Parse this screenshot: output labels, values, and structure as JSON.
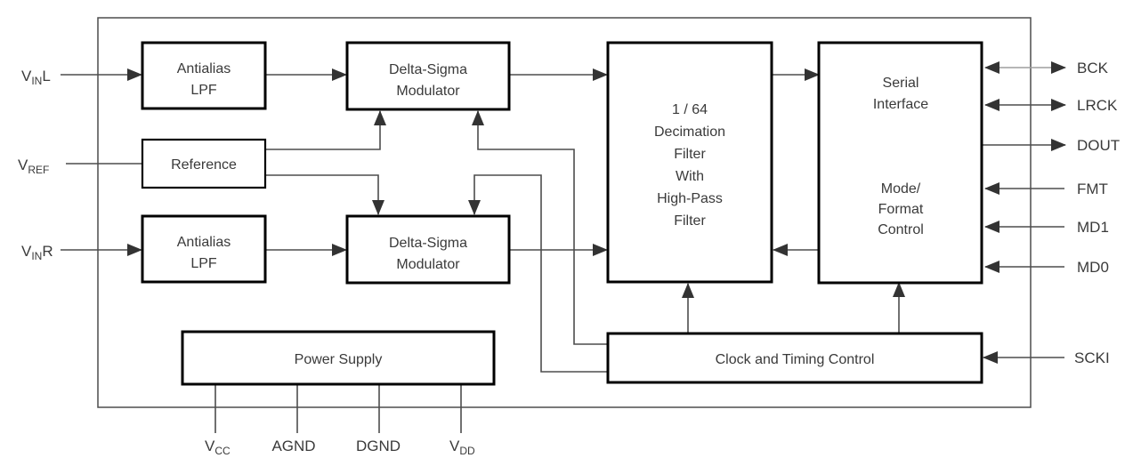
{
  "diagram": {
    "kind": "functional-block-diagram",
    "description": "Stereo audio ADC block diagram with delta-sigma modulators, decimation filter, serial interface and clock control",
    "colors": {
      "background": "#ffffff",
      "block_border": "#000000",
      "wire": "#4d4d4d",
      "wire_light": "#9e9e9e",
      "arrowhead": "#333333",
      "text": "#3a3a3a"
    },
    "blocks": {
      "antialias_lpf_top": {
        "line1": "Antialias",
        "line2": "LPF"
      },
      "delta_sigma_top": {
        "line1": "Delta-Sigma",
        "line2": "Modulator"
      },
      "reference": {
        "label": "Reference"
      },
      "antialias_lpf_bottom": {
        "line1": "Antialias",
        "line2": "LPF"
      },
      "delta_sigma_bottom": {
        "line1": "Delta-Sigma",
        "line2": "Modulator"
      },
      "decimation_filter": {
        "line1": "1 / 64",
        "line2": "Decimation",
        "line3": "Filter",
        "line4": "With",
        "line5": "High-Pass",
        "line6": "Filter"
      },
      "serial_interface": {
        "line1": "Serial",
        "line2": "Interface"
      },
      "mode_format_control": {
        "line1": "Mode/",
        "line2": "Format",
        "line3": "Control"
      },
      "power_supply": {
        "label": "Power Supply"
      },
      "clock_timing": {
        "label": "Clock and Timing Control"
      }
    },
    "pins": {
      "left": {
        "vinl": {
          "base": "V",
          "sub": "IN",
          "suffix": "L"
        },
        "vref": {
          "base": "V",
          "sub": "REF",
          "suffix": ""
        },
        "vinr": {
          "base": "V",
          "sub": "IN",
          "suffix": "R"
        }
      },
      "right": {
        "bck": "BCK",
        "lrck": "LRCK",
        "dout": "DOUT",
        "fmt": "FMT",
        "md1": "MD1",
        "md0": "MD0",
        "scki": "SCKI"
      },
      "bottom": {
        "vcc": {
          "base": "V",
          "sub": "CC"
        },
        "agnd": {
          "label": "AGND"
        },
        "dgnd": {
          "label": "DGND"
        },
        "vdd": {
          "base": "V",
          "sub": "DD"
        }
      }
    }
  }
}
